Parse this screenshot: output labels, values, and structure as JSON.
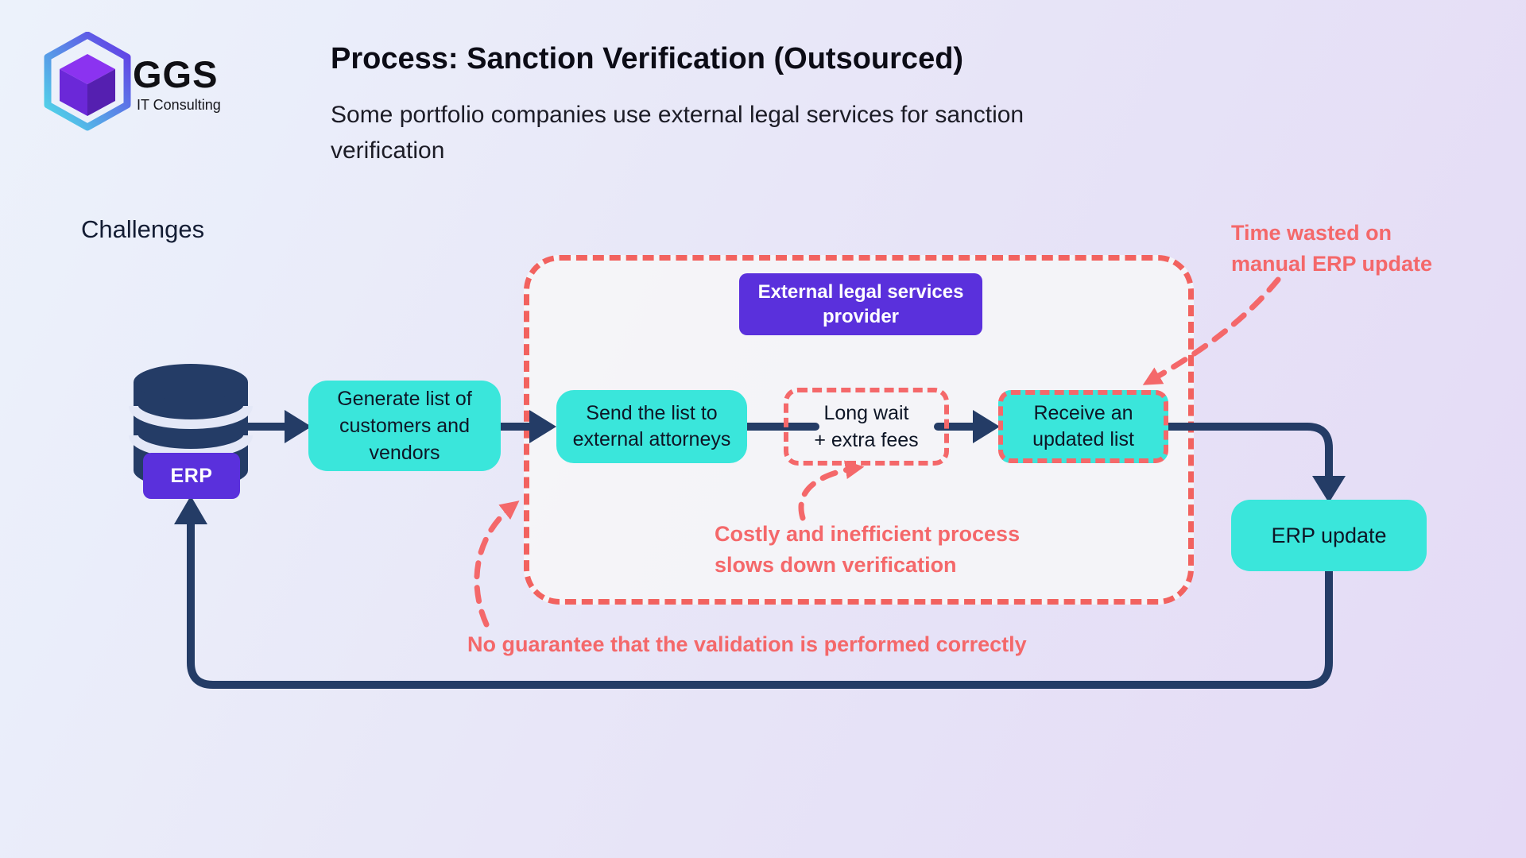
{
  "logo": {
    "company": "GGS",
    "tagline": "IT Consulting"
  },
  "header": {
    "title": "Process: Sanction Verification (Outsourced)",
    "subtitle": "Some portfolio companies use external legal services for sanction\nverification"
  },
  "section_label": "Challenges",
  "diagram": {
    "erp_source_label": "ERP",
    "nodes": {
      "generate_list": "Generate list of customers and vendors",
      "provider": "External legal services provider",
      "send_list": "Send the list to external attorneys",
      "long_wait": "Long wait\n+ extra fees",
      "receive_list": "Receive an updated list",
      "erp_update": "ERP update"
    },
    "annotations": {
      "time_wasted": "Time wasted on\nmanual ERP update",
      "costly": "Costly and inefficient process\nslows down verification",
      "no_guarantee": "No guarantee that the validation is performed correctly"
    }
  },
  "colors": {
    "navy": "#243C66",
    "teal": "#3AE6DB",
    "purple": "#5A30DC",
    "salmon": "#F4686A",
    "container_border": "#F2625F",
    "db_gap": "#E4E8F7",
    "cube_top": "#8B33F0",
    "cube_left": "#6B28D8",
    "cube_right": "#551FB0",
    "hex_cyan": "#4FE0E8",
    "hex_purple": "#6433E6"
  }
}
